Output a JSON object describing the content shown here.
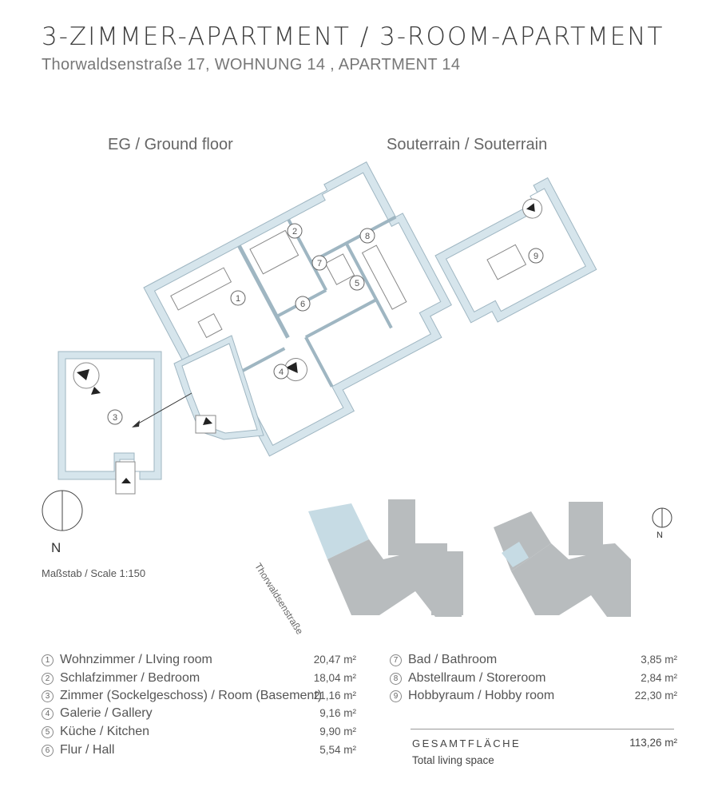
{
  "header": {
    "title": "3-ZIMMER-APARTMENT / 3-ROOM-APARTMENT",
    "subtitle": "Thorwaldsenstraße 17, WOHNUNG 14 , APARTMENT 14"
  },
  "floors": {
    "ground": "EG / Ground floor",
    "basement": "Souterrain / Souterrain"
  },
  "room_markers": [
    "1",
    "2",
    "3",
    "4",
    "5",
    "6",
    "7",
    "8",
    "9"
  ],
  "compass": {
    "north_label": "N"
  },
  "scale_label": "Maßstab / Scale 1:150",
  "street_label": "Thorwaldsenstraße",
  "legend_left": [
    {
      "num": "1",
      "name": "Wohnzimmer / LIving room",
      "area": "20,47 m²"
    },
    {
      "num": "2",
      "name": "Schlafzimmer / Bedroom",
      "area": "18,04 m²"
    },
    {
      "num": "3",
      "name": "Zimmer (Sockelgeschoss) / Room (Basement)",
      "area": "21,16 m²"
    },
    {
      "num": "4",
      "name": "Galerie / Gallery",
      "area": "9,16 m²"
    },
    {
      "num": "5",
      "name": "Küche / Kitchen",
      "area": "9,90 m²"
    },
    {
      "num": "6",
      "name": "Flur / Hall",
      "area": "5,54 m²"
    }
  ],
  "legend_right": [
    {
      "num": "7",
      "name": "Bad / Bathroom",
      "area": "3,85 m²"
    },
    {
      "num": "8",
      "name": "Abstellraum / Storeroom",
      "area": "2,84 m²"
    },
    {
      "num": "9",
      "name": "Hobbyraum / Hobby room",
      "area": "22,30 m²"
    }
  ],
  "total": {
    "label": "GESAMTFLÄCHE",
    "sublabel": "Total living space",
    "value": "113,26 m²"
  },
  "colors": {
    "wall": "#cfe0e8",
    "wall_stroke": "#9fb6c2",
    "site": "#b8bcbe",
    "highlight": "#c6dbe4"
  }
}
